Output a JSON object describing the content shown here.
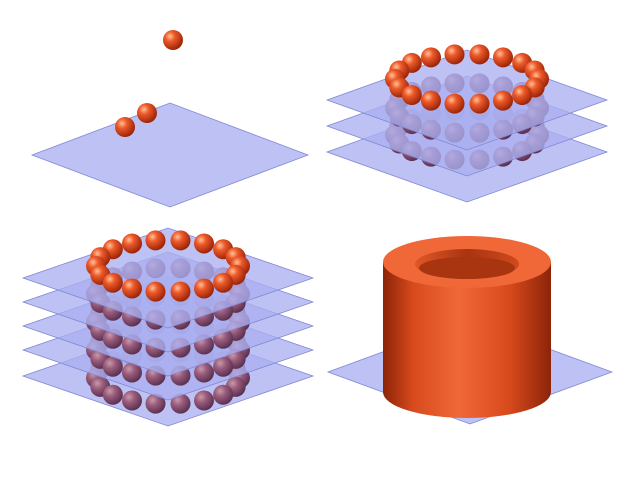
{
  "colors": {
    "background": "#ffffff",
    "plane_fill": "#aab0f0",
    "plane_stroke": "#8088d6",
    "sphere_highlight": "#ffc29a",
    "sphere_mid": "#ee5a2a",
    "sphere_shadow": "#9a2408",
    "sphere_submerged": "#8a5a80",
    "cylinder_light": "#f06838",
    "cylinder_mid": "#d84a1c",
    "cylinder_dark": "#8c2408",
    "cylinder_inner": "#a83410"
  },
  "panels": [
    {
      "name": "panel-loose-spheres",
      "description_stage": 1,
      "plane_count": 1,
      "ring_layers": 0,
      "solid": false
    },
    {
      "name": "panel-three-layer-ring",
      "description_stage": 2,
      "plane_count": 3,
      "ring_layers": 3,
      "solid": false
    },
    {
      "name": "panel-five-layer-ring",
      "description_stage": 3,
      "plane_count": 5,
      "ring_layers": 5,
      "solid": false
    },
    {
      "name": "panel-solid-tube",
      "description_stage": 4,
      "plane_count": 1,
      "ring_layers": 0,
      "solid": true
    }
  ],
  "ring_sphere_count": 18
}
